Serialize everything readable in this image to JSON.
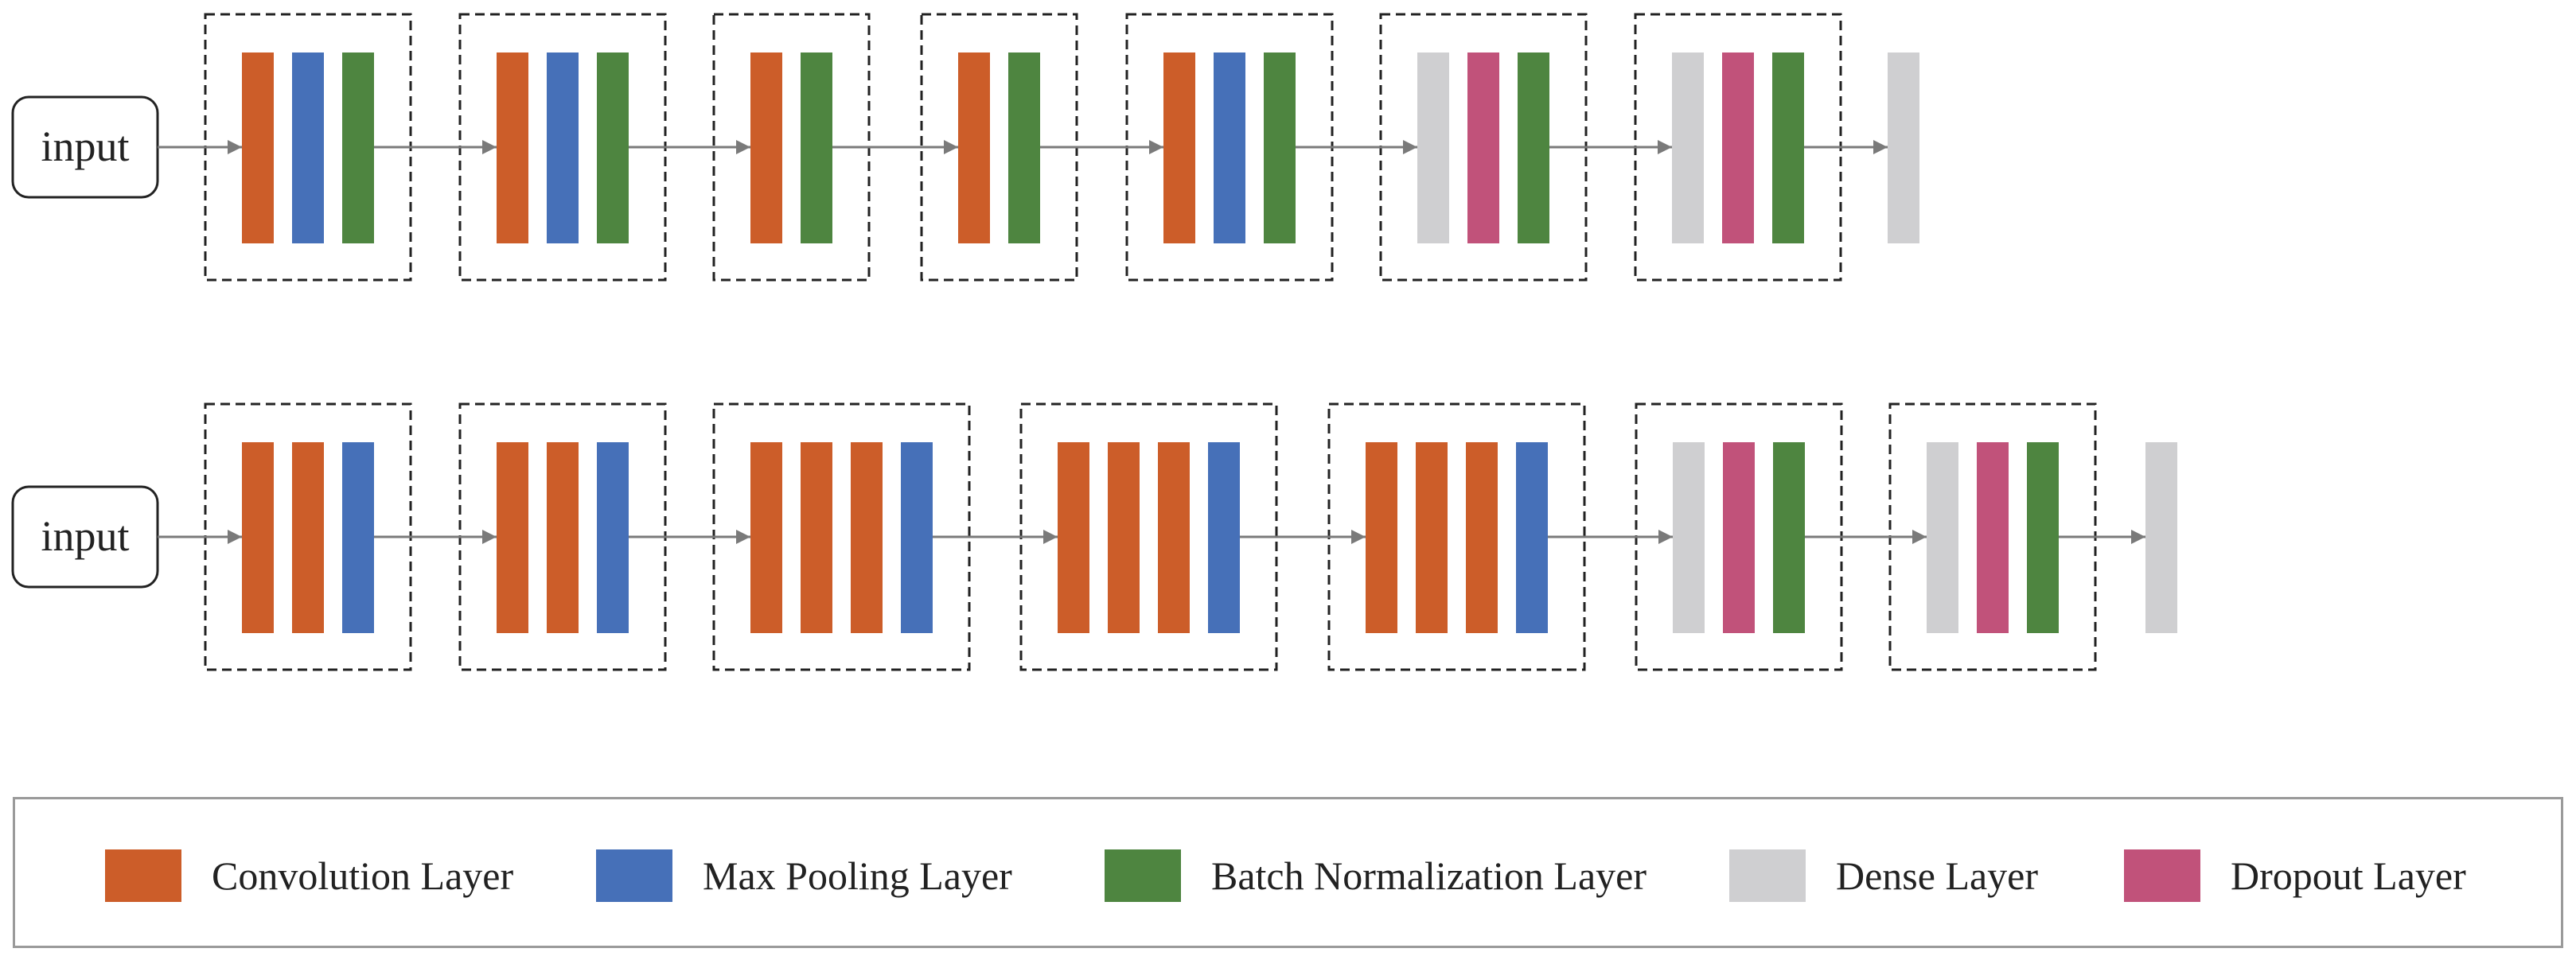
{
  "colors": {
    "conv": "#cc5d29",
    "pool": "#4670b8",
    "bn": "#4e8540",
    "dense": "#cfcfd1",
    "dropout": "#c1527a",
    "arrow": "#7a7a7a",
    "border": "#222222"
  },
  "rows": [
    {
      "input_label": "input",
      "blocks": [
        [
          "conv",
          "pool",
          "bn"
        ],
        [
          "conv",
          "pool",
          "bn"
        ],
        [
          "conv",
          "bn"
        ],
        [
          "conv",
          "bn"
        ],
        [
          "conv",
          "pool",
          "bn"
        ],
        [
          "dense",
          "dropout",
          "bn"
        ],
        [
          "dense",
          "dropout",
          "bn"
        ]
      ],
      "output": "dense"
    },
    {
      "input_label": "input",
      "blocks": [
        [
          "conv",
          "conv",
          "pool"
        ],
        [
          "conv",
          "conv",
          "pool"
        ],
        [
          "conv",
          "conv",
          "conv",
          "pool"
        ],
        [
          "conv",
          "conv",
          "conv",
          "pool"
        ],
        [
          "conv",
          "conv",
          "conv",
          "pool"
        ],
        [
          "dense",
          "dropout",
          "bn"
        ],
        [
          "dense",
          "dropout",
          "bn"
        ]
      ],
      "output": "dense"
    }
  ],
  "legend": [
    {
      "key": "conv",
      "label": "Convolution Layer"
    },
    {
      "key": "pool",
      "label": "Max Pooling Layer"
    },
    {
      "key": "bn",
      "label": "Batch Normalization Layer"
    },
    {
      "key": "dense",
      "label": "Dense Layer"
    },
    {
      "key": "dropout",
      "label": "Dropout Layer"
    }
  ]
}
